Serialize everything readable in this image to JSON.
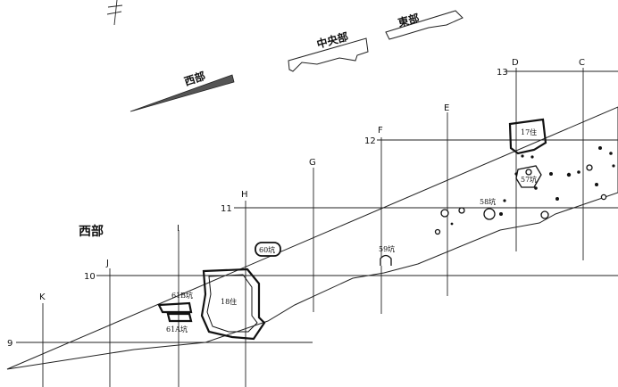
{
  "map_labels": {
    "west_key": "西部",
    "central_key": "中央部",
    "east_key": "東部",
    "west_big": "西部"
  },
  "grid_columns": [
    "C",
    "D",
    "E",
    "F",
    "G",
    "H",
    "I",
    "J",
    "K"
  ],
  "grid_rows": [
    "13",
    "12",
    "11",
    "10",
    "9"
  ],
  "features": {
    "f17": "17住",
    "f57": "57坑",
    "f58": "58坑",
    "f59": "59坑",
    "f60": "60坑",
    "f18": "18住",
    "f61b": "61B坑",
    "f61a": "61A坑"
  },
  "colors": {
    "west_fill": "#555555",
    "line": "#222222"
  }
}
